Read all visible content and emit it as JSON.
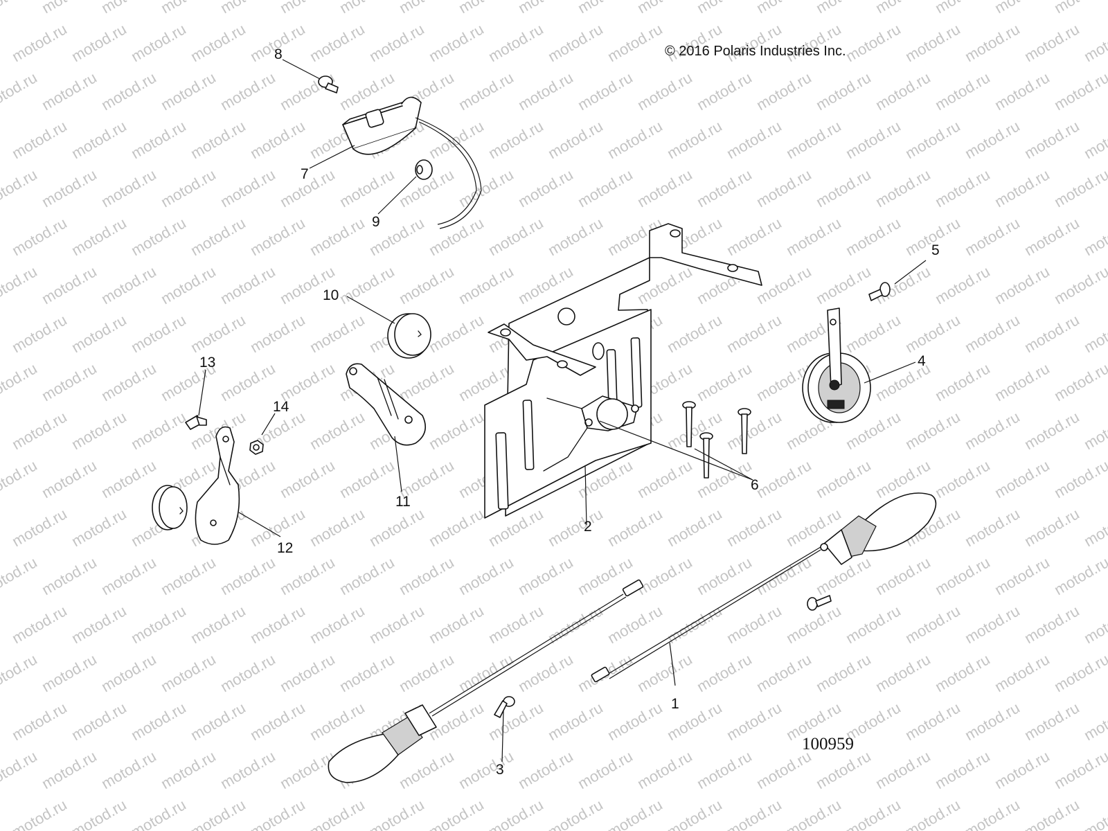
{
  "copyright": "© 2016  Polaris Industries Inc.",
  "figure_number": "100959",
  "watermark_text": "motod.ru",
  "callouts": [
    {
      "id": "1",
      "label": "1"
    },
    {
      "id": "2",
      "label": "2"
    },
    {
      "id": "3",
      "label": "3"
    },
    {
      "id": "4",
      "label": "4"
    },
    {
      "id": "5",
      "label": "5"
    },
    {
      "id": "6",
      "label": "6"
    },
    {
      "id": "7",
      "label": "7"
    },
    {
      "id": "8",
      "label": "8"
    },
    {
      "id": "9",
      "label": "9"
    },
    {
      "id": "10",
      "label": "10"
    },
    {
      "id": "11",
      "label": "11"
    },
    {
      "id": "12",
      "label": "12"
    },
    {
      "id": "13",
      "label": "13"
    },
    {
      "id": "14",
      "label": "14"
    }
  ],
  "colors": {
    "background": "#ffffff",
    "line": "#111111",
    "watermark": "#c4c4c4"
  }
}
